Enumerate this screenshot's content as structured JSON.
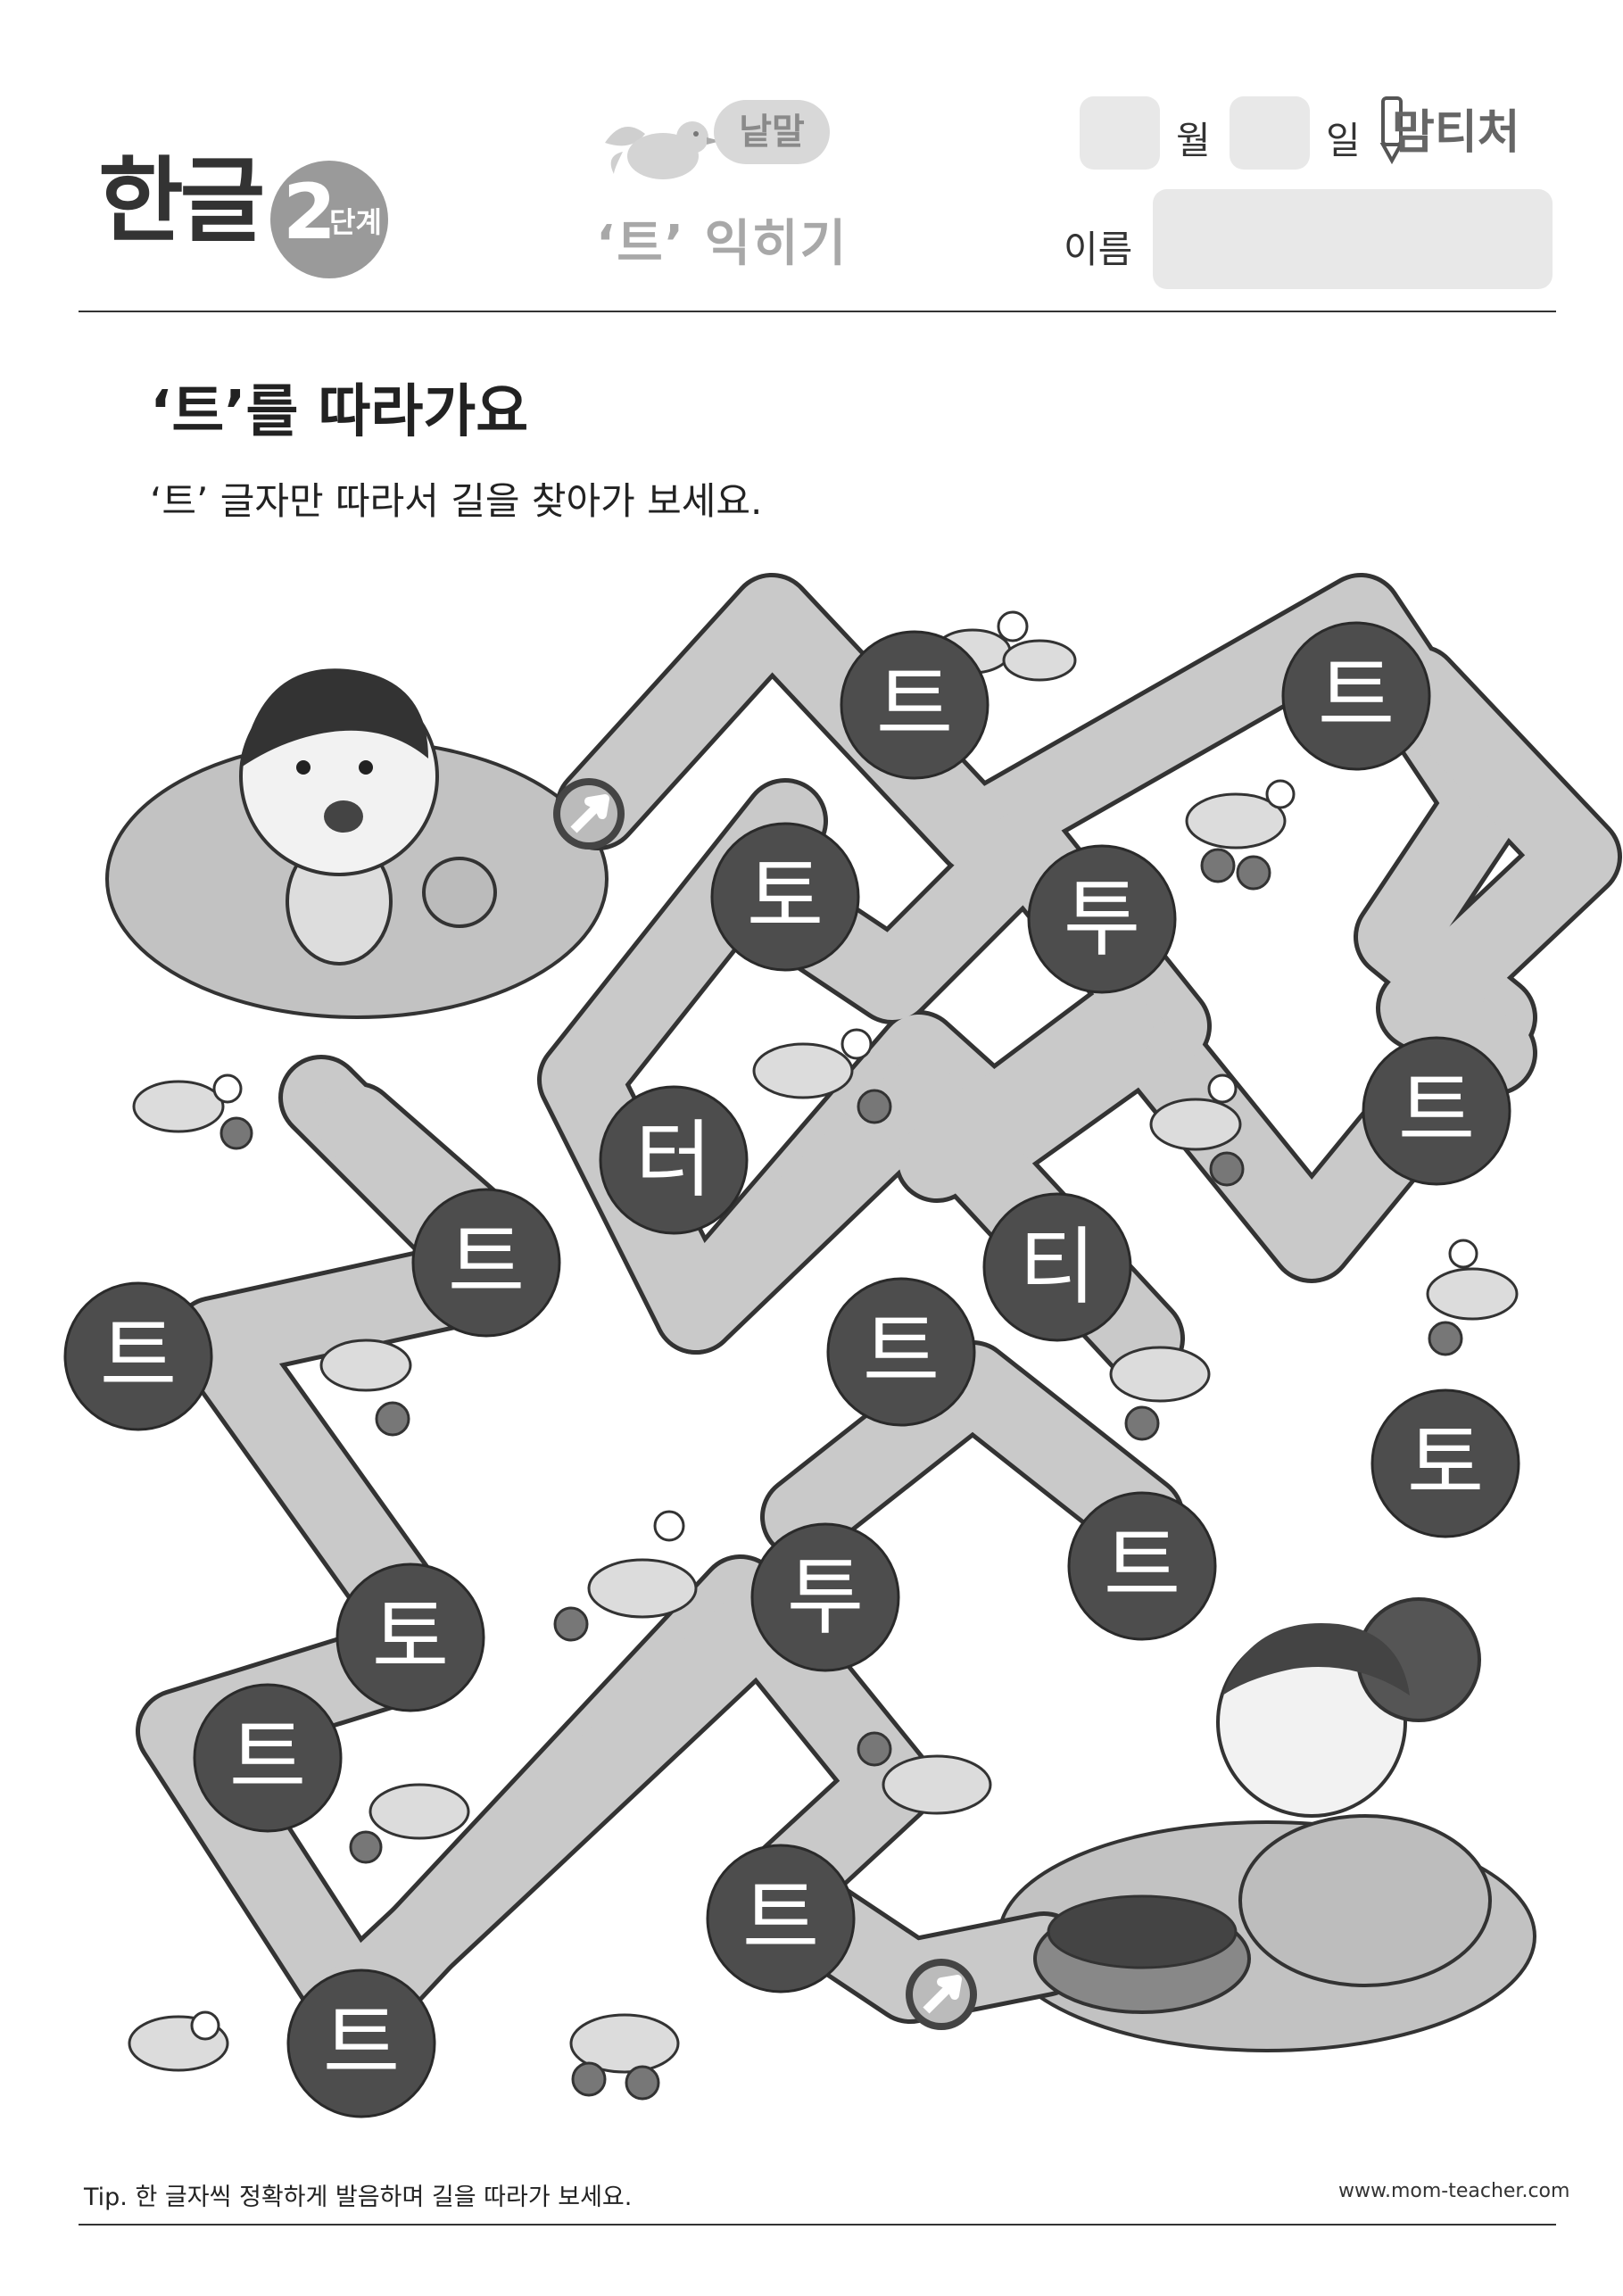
{
  "header": {
    "logo_text": "한글",
    "level_number": "2",
    "level_label": "단계",
    "category_tag": "낱말",
    "subtitle": "‘트’ 익히기",
    "month_label": "월",
    "day_label": "일",
    "name_label": "이름",
    "brand": "맘티처"
  },
  "worksheet": {
    "title": "‘트’를 따라가요",
    "instruction": "‘트’ 글자만 따라서 길을 찾아가 보세요.",
    "maze_letters": [
      "트",
      "트",
      "토",
      "투",
      "트",
      "터",
      "트",
      "티",
      "트",
      "트",
      "트",
      "토",
      "토",
      "투",
      "트",
      "트",
      "트"
    ]
  },
  "footer": {
    "tip": "Tip. 한 글자씩 정확하게 발음하며 길을 따라가 보세요.",
    "website": "www.mom-teacher.com"
  },
  "colors": {
    "path_fill": "#c9c9c9",
    "letter_circle": "#4d4d4d",
    "letter_text": "#ffffff",
    "start_end_pad": "#c2c2c2"
  }
}
